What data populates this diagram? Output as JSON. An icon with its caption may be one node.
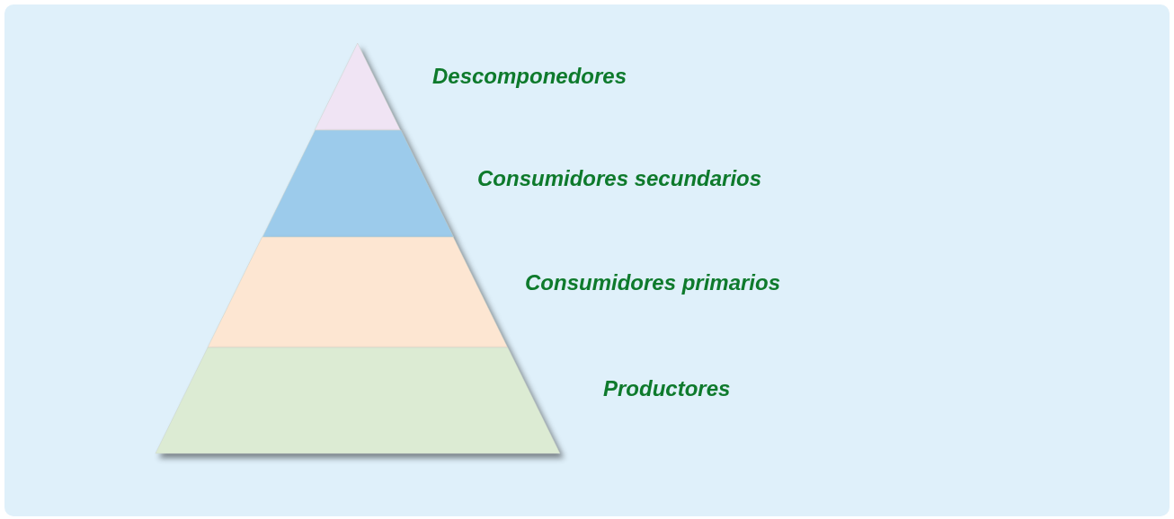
{
  "diagram": {
    "nodes": [
      {
        "text": [
          "Descomponedores"
        ]
      },
      {
        "text": [
          "Consumidores secundarios"
        ]
      },
      {
        "text": [
          "Consumidores primarios"
        ]
      },
      {
        "text": [
          "Productores"
        ]
      }
    ]
  }
}
